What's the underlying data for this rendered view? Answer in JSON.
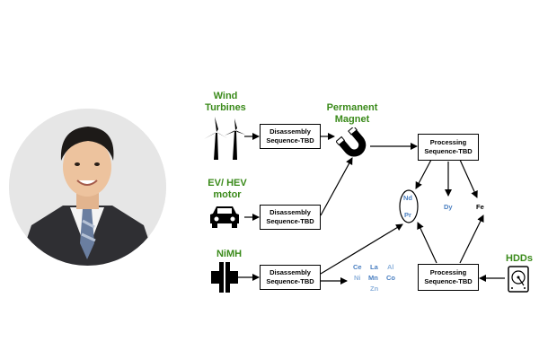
{
  "sources": {
    "wind": "Wind\nTurbines",
    "ev": "EV/ HEV\nmotor",
    "nimh": "NiMH",
    "magnet": "Permanent\nMagnet",
    "hdds": "HDDs"
  },
  "boxes": {
    "disassembly_1": "Disassembly\nSequence-TBD",
    "disassembly_2": "Disassembly\nSequence-TBD",
    "disassembly_3": "Disassembly\nSequence-TBD",
    "processing_1": "Processing\nSequence-TBD",
    "processing_2": "Processing\nSequence-TBD"
  },
  "elements": {
    "nd": "Nd",
    "pr": "Pr",
    "dy": "Dy",
    "fe": "Fe",
    "ce": "Ce",
    "la": "La",
    "al": "Al",
    "ni": "Ni",
    "mn": "Mn",
    "co": "Co",
    "zn": "Zn"
  },
  "colors": {
    "label_green": "#3a8a1a",
    "element_blue": "#4a7fc1",
    "element_light_blue": "#8fb3dc"
  }
}
